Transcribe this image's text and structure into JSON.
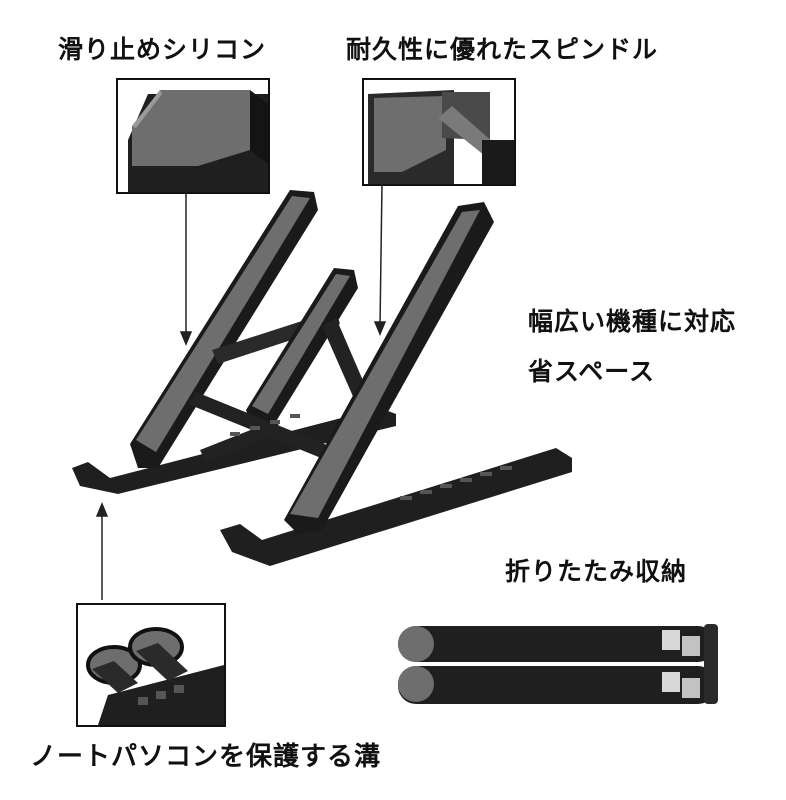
{
  "labels": {
    "anti_slip": "滑り止めシリコン",
    "spindle": "耐久性に優れたスピンドル",
    "compat": "幅広い機種に対応",
    "space": "省スペース",
    "folding": "折りたたみ収納",
    "groove": "ノートパソコンを保護する溝"
  },
  "colors": {
    "stand_dark": "#1f1f1f",
    "stand_face": "#6e6e6e",
    "stand_edge": "#111111",
    "arrow": "#222222"
  }
}
